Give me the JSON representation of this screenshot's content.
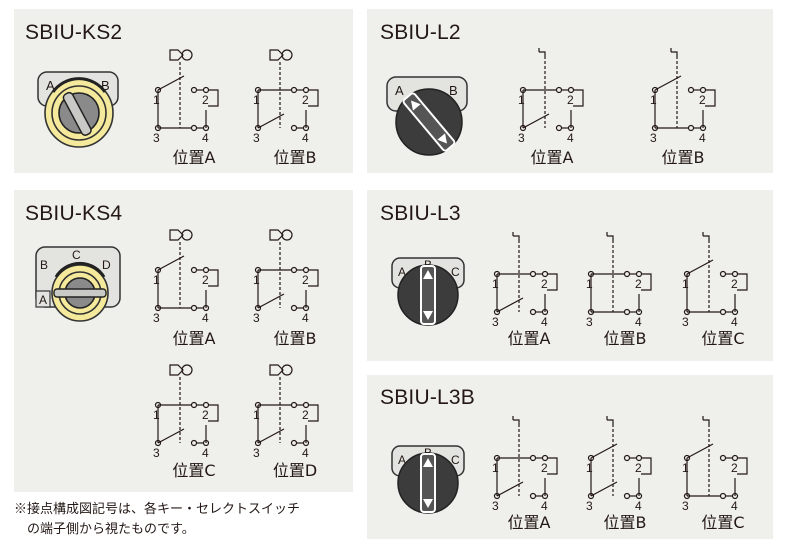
{
  "panels": {
    "ks2": {
      "title": "SBIU-KS2",
      "switch": {
        "a": "A",
        "b": "B"
      },
      "positions": [
        "位置A",
        "位置B"
      ]
    },
    "ks4": {
      "title": "SBIU-KS4",
      "switch": {
        "a": "A",
        "b": "B",
        "c": "C",
        "d": "D"
      },
      "positions": [
        "位置A",
        "位置B",
        "位置C",
        "位置D"
      ]
    },
    "l2": {
      "title": "SBIU-L2",
      "switch": {
        "a": "A",
        "b": "B"
      },
      "positions": [
        "位置A",
        "位置B"
      ]
    },
    "l3": {
      "title": "SBIU-L3",
      "switch": {
        "a": "A",
        "b": "B",
        "c": "C"
      },
      "positions": [
        "位置A",
        "位置B",
        "位置C"
      ]
    },
    "l3b": {
      "title": "SBIU-L3B",
      "switch": {
        "a": "A",
        "b": "B",
        "c": "C"
      },
      "positions": [
        "位置A",
        "位置B",
        "位置C"
      ]
    }
  },
  "terminals": [
    "1",
    "2",
    "3",
    "4"
  ],
  "note": {
    "line1": "※接点構成図記号は、各キー・セレクトスイッチ",
    "line2": "の端子側から視たものです。"
  },
  "colors": {
    "panel": "#efefeb",
    "ink": "#231815",
    "key_yellow": "#f5ea9c",
    "knob_dark": "#3c3c3c"
  }
}
